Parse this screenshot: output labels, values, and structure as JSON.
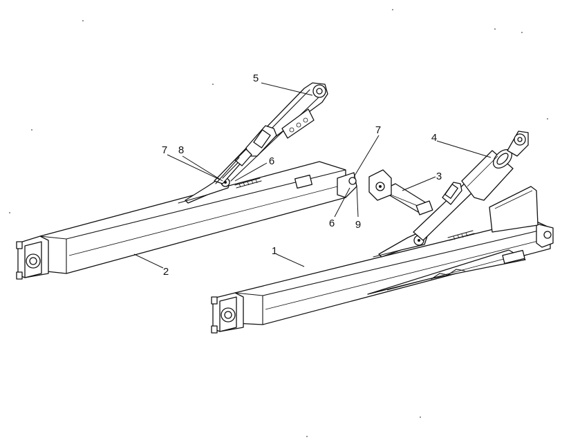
{
  "callouts": [
    {
      "id": "c1",
      "label": "1"
    },
    {
      "id": "c2",
      "label": "2"
    },
    {
      "id": "c3",
      "label": "3"
    },
    {
      "id": "c4",
      "label": "4"
    },
    {
      "id": "c5",
      "label": "5"
    },
    {
      "id": "c6a",
      "label": "6"
    },
    {
      "id": "c6b",
      "label": "6"
    },
    {
      "id": "c7a",
      "label": "7"
    },
    {
      "id": "c7b",
      "label": "7"
    },
    {
      "id": "c8",
      "label": "8"
    },
    {
      "id": "c9",
      "label": "9"
    }
  ]
}
